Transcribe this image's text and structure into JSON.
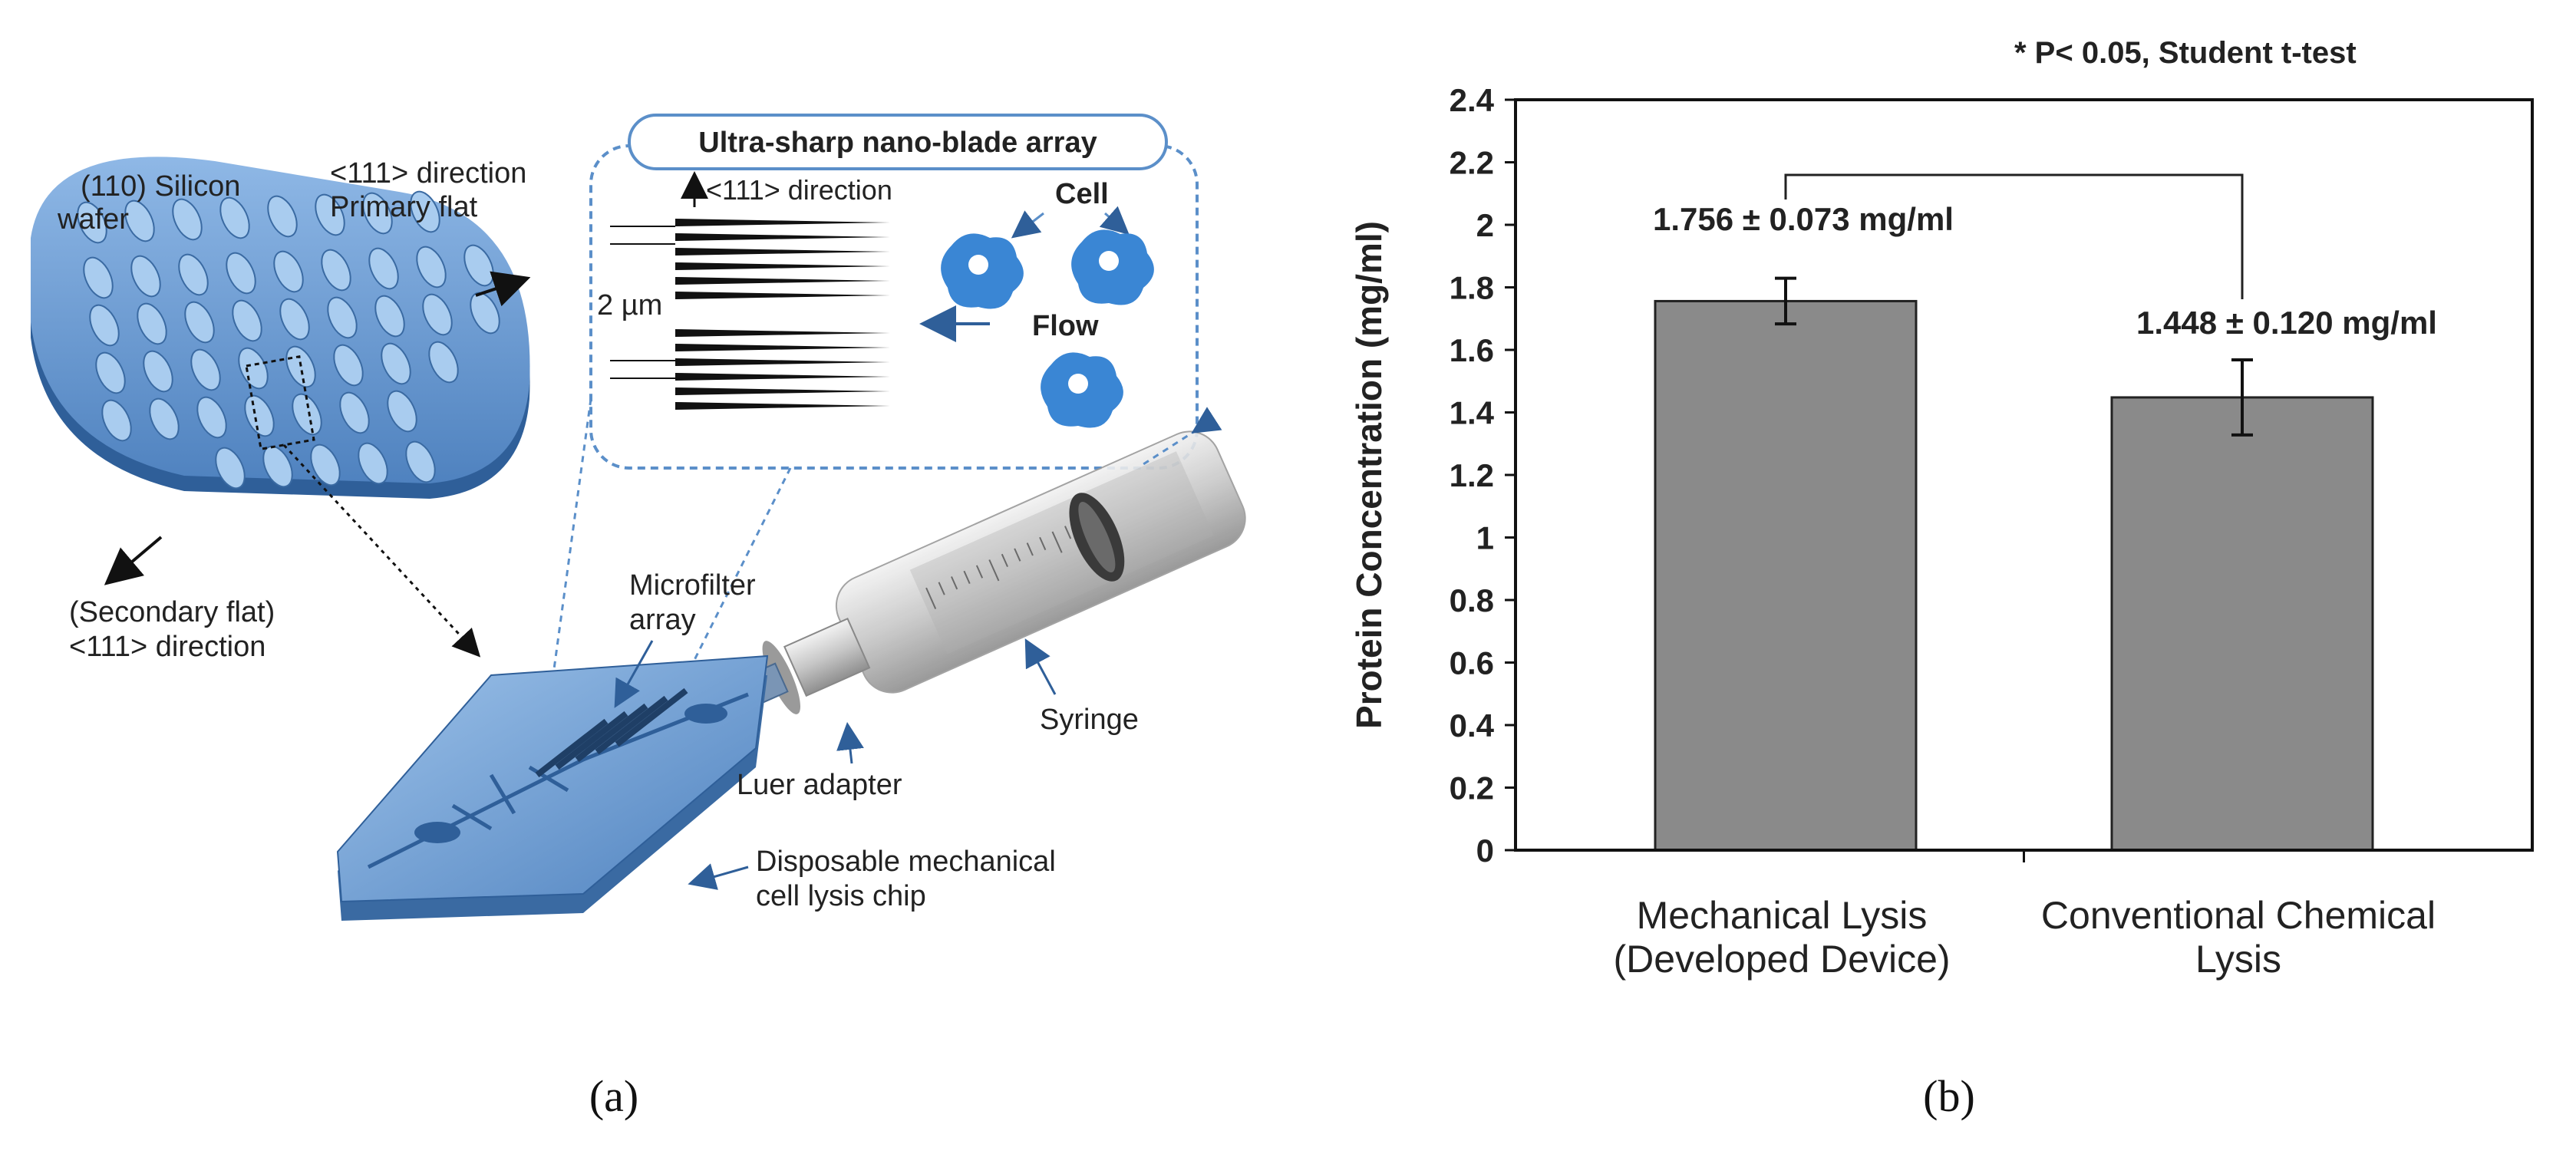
{
  "panel_a": {
    "wafer_label_1": "(110) Silicon",
    "wafer_label_2": "wafer",
    "primary_1": "<111> direction",
    "primary_2": "Primary flat",
    "secondary_1": "(Secondary flat)",
    "secondary_2": "<111> direction",
    "inset_title": "Ultra-sharp nano-blade array",
    "inset_direction": "<111> direction",
    "inset_dimension": "2 µm",
    "inset_cell": "Cell",
    "inset_flow": "Flow",
    "microfilter_1": "Microfilter",
    "microfilter_2": "array",
    "syringe": "Syringe",
    "luer": "Luer adapter",
    "chip_1": "Disposable mechanical",
    "chip_2": "cell lysis chip",
    "caption": "(a)",
    "colors": {
      "blue": "#5b8fc9",
      "blue_dark": "#2f5f99",
      "blue_light": "#9ec3ea"
    }
  },
  "panel_b": {
    "caption": "(b)",
    "significance_note": "* P< 0.05,   Student t-test",
    "chart_data": {
      "type": "bar",
      "categories": [
        "Mechanical Lysis (Developed Device)",
        "Conventional Chemical Lysis"
      ],
      "category_lines": [
        [
          "Mechanical Lysis",
          "(Developed Device)"
        ],
        [
          "Conventional Chemical",
          "Lysis"
        ]
      ],
      "values": [
        1.756,
        1.448
      ],
      "errors": [
        0.073,
        0.12
      ],
      "data_labels": [
        "1.756 ± 0.073 mg/ml",
        "1.448 ± 0.120 mg/ml"
      ],
      "ylabel": "Protein Concentration (mg/ml)",
      "xlabel": "",
      "ylim": [
        0,
        2.4
      ],
      "yticks": [
        "0",
        "0.2",
        "0.4",
        "0.6",
        "0.8",
        "1",
        "1.2",
        "1.4",
        "1.6",
        "1.8",
        "2",
        "2.2",
        "2.4"
      ],
      "grid": false,
      "bar_color": "#8a8a8a"
    }
  }
}
